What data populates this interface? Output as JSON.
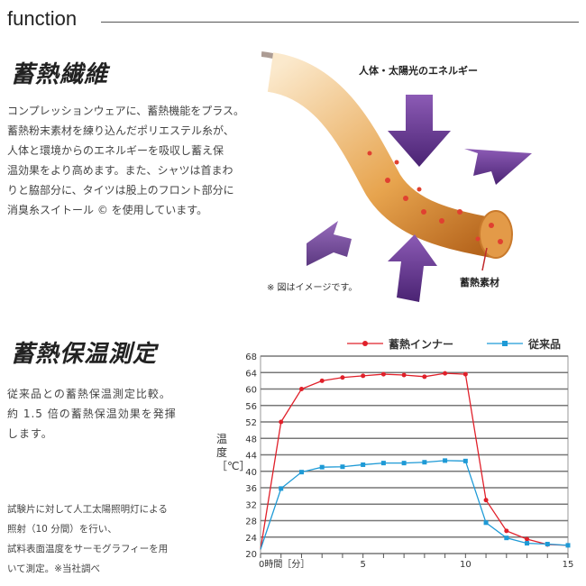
{
  "header": {
    "title": "function"
  },
  "section1": {
    "title": "蓄熱繊維",
    "body": "コンプレッションウェアに、蓄熱機能をプラス。\n蓄熱粉末素材を練り込んだポリエステル糸が、\n人体と環境からのエネルギーを吸収し蓄え保\n温効果をより高めます。また、シャツは首まわ\nりと脇部分に、タイツは股上のフロント部分に\n消臭糸スイトール © を使用しています。",
    "illustration": {
      "energy_label": "人体・太陽光のエネルギー",
      "material_label": "蓄熱素材",
      "note": "※ 図はイメージです。"
    }
  },
  "section2": {
    "title": "蓄熱保温測定",
    "body": "従来品との蓄熱保温測定比較。\n約 1.5 倍の蓄熱保温効果を発揮\nします。",
    "note": "試験片に対して人工太陽照明灯による\n照射（10 分間）を行い、\n試料表面温度をサーモグラフィーを用\nいて測定。※当社調べ"
  },
  "chart_data": {
    "type": "line",
    "x": [
      0,
      1,
      2,
      3,
      4,
      5,
      6,
      7,
      8,
      9,
      10,
      11,
      12,
      13,
      14,
      15
    ],
    "series": [
      {
        "name": "蓄熱インナー",
        "color": "#e0202a",
        "values": [
          21,
          52,
          60,
          62,
          62.8,
          63.2,
          63.6,
          63.4,
          63,
          63.8,
          63.6,
          33,
          25.5,
          23.5,
          22.2,
          22
        ]
      },
      {
        "name": "従来品",
        "color": "#1e9ad6",
        "values": [
          21,
          35.8,
          39.8,
          41,
          41.1,
          41.6,
          42,
          42,
          42.2,
          42.6,
          42.5,
          27.5,
          23.8,
          22.5,
          22.3,
          22
        ]
      }
    ],
    "xlabel": "時間［分］",
    "ylabel": "温度［℃］",
    "xlim": [
      0,
      15
    ],
    "ylim": [
      20,
      68
    ],
    "yticks": [
      20,
      24,
      28,
      32,
      36,
      40,
      44,
      48,
      52,
      56,
      60,
      64,
      68
    ],
    "xticks": [
      "0",
      "5",
      "10",
      "15"
    ],
    "legend": "top",
    "grid": true
  }
}
